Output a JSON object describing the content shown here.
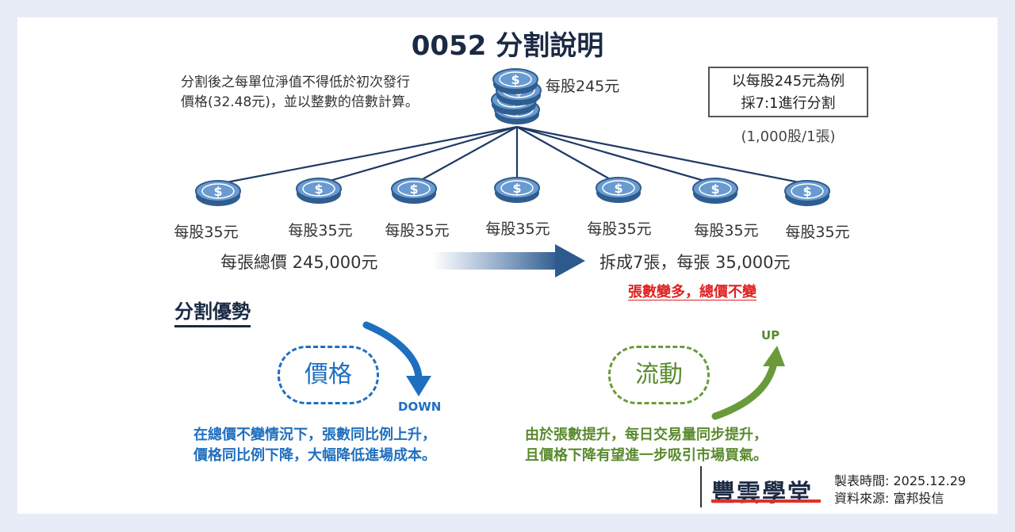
{
  "title": "0052 分割說明",
  "note_lines": [
    "分割後之每單位淨值不得低於初次發行",
    "價格(32.48元)，並以整數的倍數計算。"
  ],
  "top_coin_label": "每股245元",
  "example": {
    "line1": "以每股245元為例",
    "line2": "採7:1進行分割",
    "sub": "(1,000股/1張)"
  },
  "coin_labels": [
    "每股35元",
    "每股35元",
    "每股35元",
    "每股35元",
    "每股35元",
    "每股35元",
    "每股35元"
  ],
  "left_total": "每張總價 245,000元",
  "right_total": "拆成7張，每張 35,000元",
  "red_note": "張數變多，總價不變",
  "advantage_heading": "分割優勢",
  "price": {
    "label": "價格",
    "arrow": "DOWN",
    "desc1": "在總價不變情況下，張數同比例上升，",
    "desc2": "價格同比例下降，大幅降低進場成本。"
  },
  "liquidity": {
    "label": "流動",
    "arrow": "UP",
    "desc1": "由於張數提升，每日交易量同步提升，",
    "desc2": "且價格下降有望進一步吸引市場買氣。"
  },
  "footer": {
    "brand": "豐雲學堂",
    "date": "製表時間:  2025.12.29",
    "source": "資料來源:  富邦投信"
  },
  "colors": {
    "navy": "#1b2a44",
    "blue": "#1f6fbf",
    "green": "#5a8a2e",
    "red": "#e02020",
    "coin": "#5b8fc8"
  }
}
